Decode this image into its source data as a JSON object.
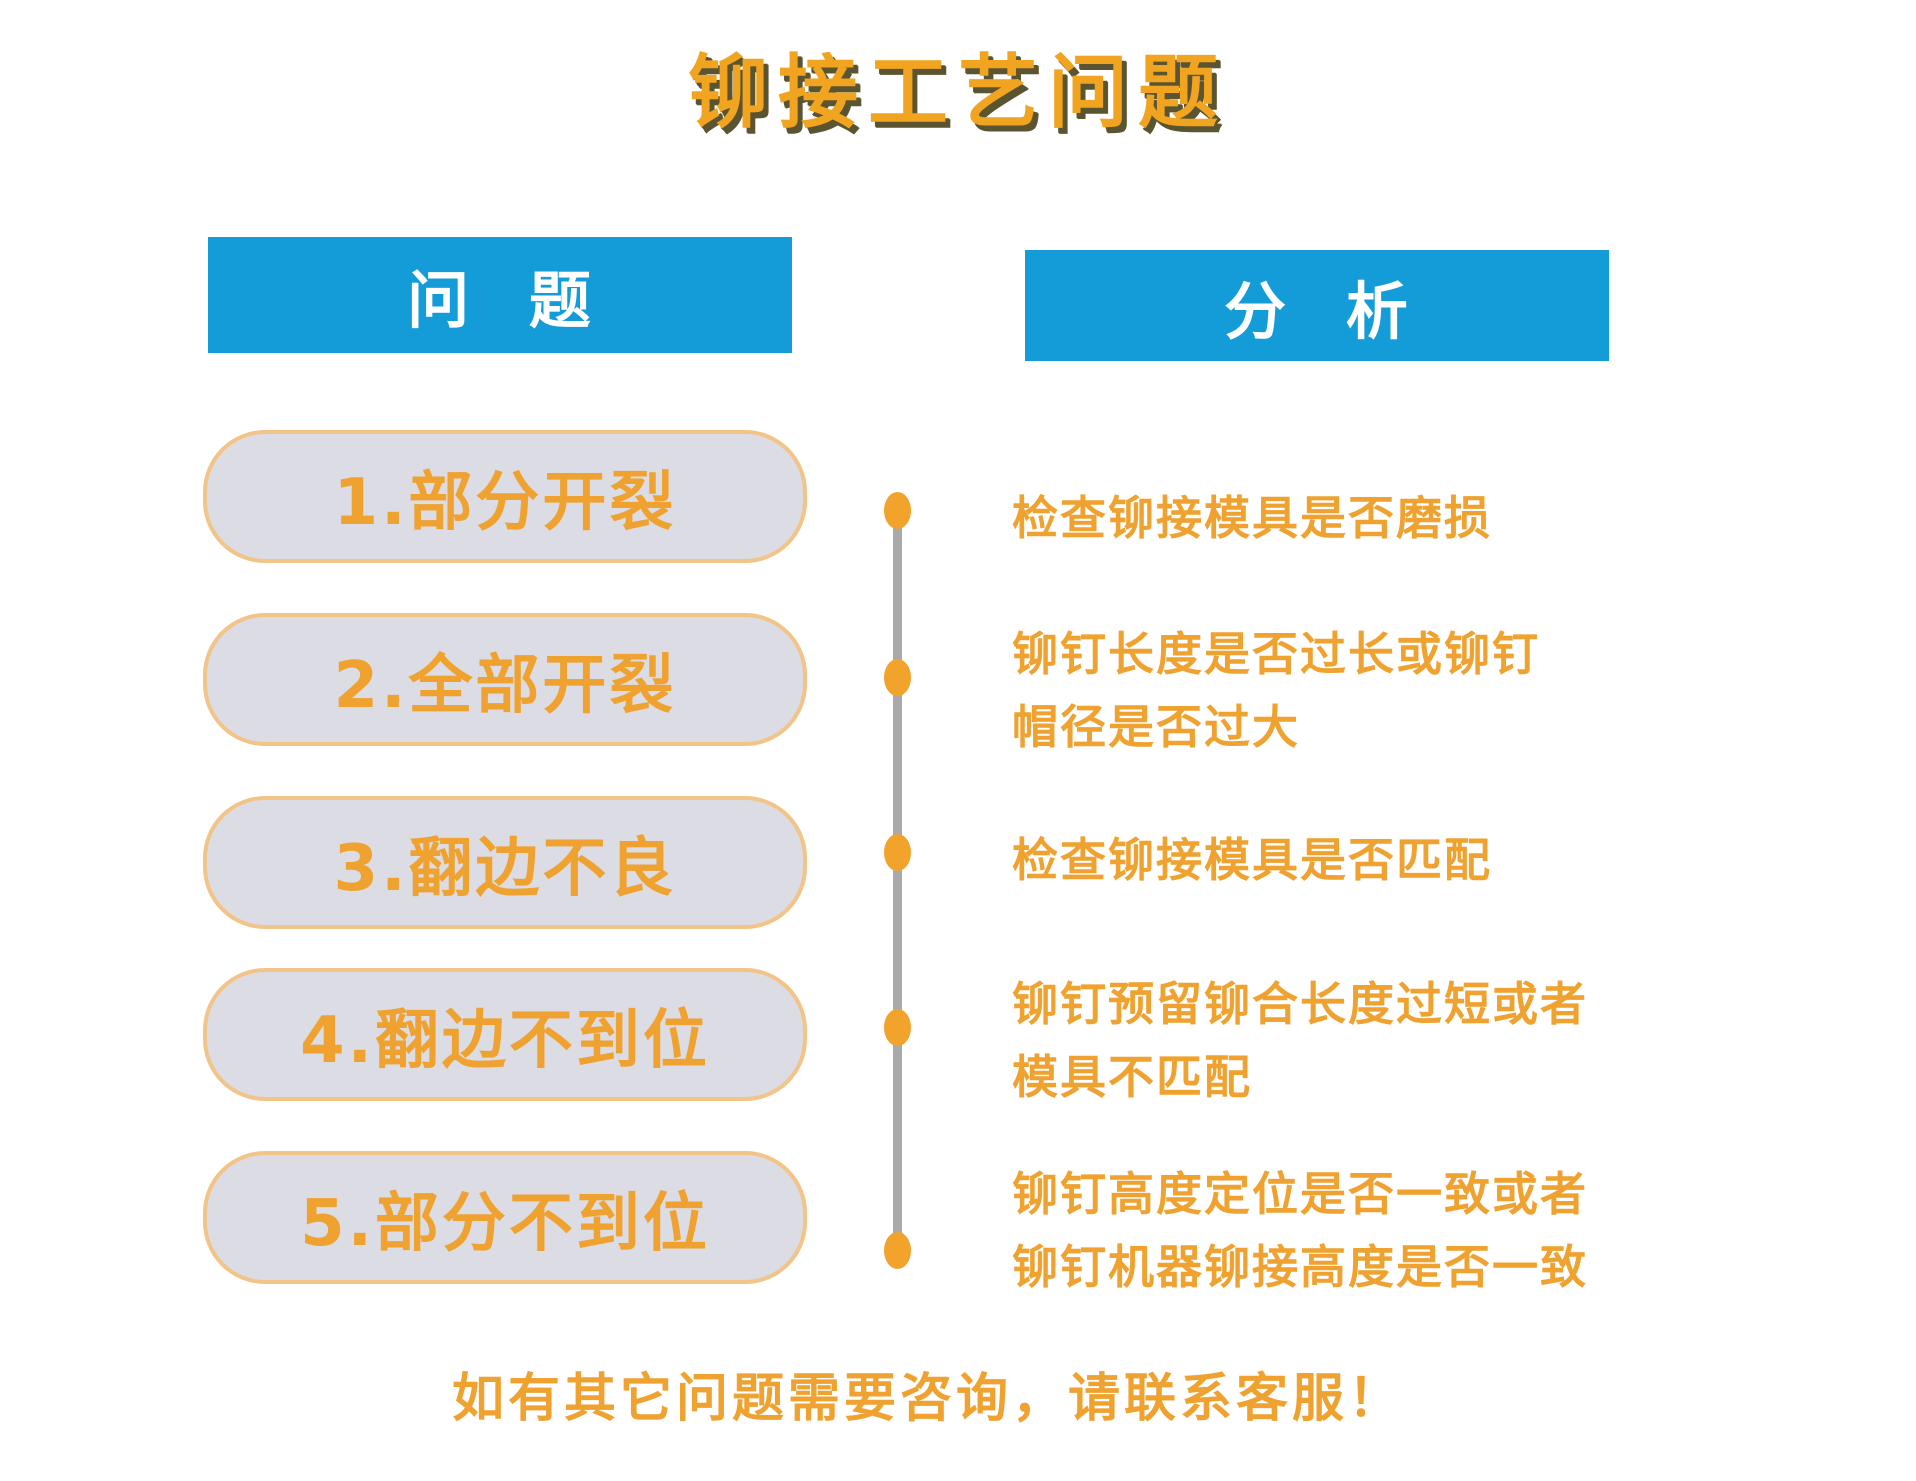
{
  "title": "铆接工艺问题",
  "problem_column": {
    "header": "问 题",
    "items": [
      "1.部分开裂",
      "2.全部开裂",
      "3.翻边不良",
      "4.翻边不到位",
      "5.部分不到位"
    ]
  },
  "analysis_column": {
    "header": "分 析",
    "items": [
      [
        "检查铆接模具是否磨损"
      ],
      [
        "铆钉长度是否过长或铆钉",
        "帽径是否过大"
      ],
      [
        "检查铆接模具是否匹配"
      ],
      [
        "铆钉预留铆合长度过短或者",
        "模具不匹配"
      ],
      [
        "铆钉高度定位是否一致或者",
        "铆钉机器铆接高度是否一致"
      ]
    ]
  },
  "footer": "如有其它问题需要咨询，请联系客服！",
  "colors": {
    "header_bg": "#149CD8",
    "header_text": "#FFFFFF",
    "accent_orange": "#EFA22F",
    "title_orange": "#F1A41F",
    "title_shadow": "#5B5430",
    "pill_fill": "#DBDCE4",
    "pill_border": "#F2C488",
    "connector_gray": "#A9A9A9",
    "dot_orange": "#F2A32C",
    "background": "#FFFFFF"
  }
}
